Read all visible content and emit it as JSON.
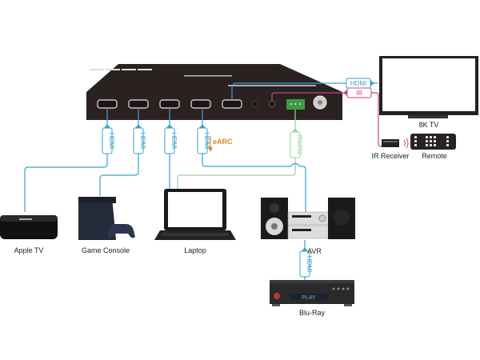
{
  "colors": {
    "hdmi": "#3aa3c9",
    "ir": "#c8448a",
    "rs232": "#9ccfa8",
    "earc": "#d8892a",
    "device_body": "#2a2220",
    "terminal": "#3f9a48"
  },
  "connections": {
    "hdmi_label": "HDMI",
    "ir_label": "IR",
    "rs232_label": "RS232",
    "earc_label": "eARC"
  },
  "devices": {
    "tv": "8K TV",
    "ir_receiver": "IR Receiver",
    "remote": "Remote",
    "apple_tv": "Apple TV",
    "game_console": "Game Console",
    "laptop": "Laptop",
    "avr": "AVR",
    "bluray": "Blu-Ray",
    "bluray_display": "PLAY"
  },
  "icons": {
    "apple_tv": "apple-tv-icon",
    "game_console": "game-console-icon",
    "laptop": "laptop-icon",
    "avr": "avr-speakers-icon",
    "bluray": "bluray-player-icon",
    "tv": "tv-icon",
    "ir_receiver": "ir-receiver-icon",
    "remote": "remote-icon",
    "switcher": "hdmi-switcher-icon"
  }
}
